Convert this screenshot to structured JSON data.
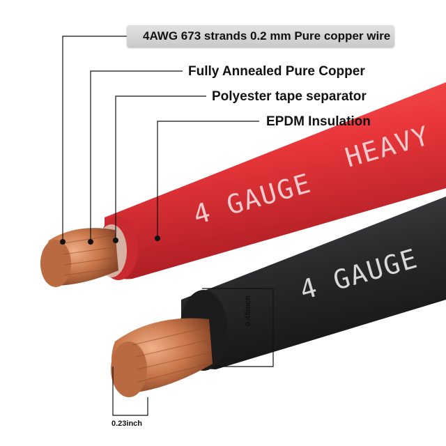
{
  "callouts": {
    "strands": "4AWG 673 strands 0.2 mm Pure copper wire",
    "annealed": "Fully Annealed Pure Copper",
    "tape": "Polyester tape separator",
    "insulation": "EPDM Insulation"
  },
  "red_cable": {
    "print_1": "4 GAUGE",
    "print_2": "HEAVY"
  },
  "black_cable": {
    "print": "4 GAUGE"
  },
  "dimensions": {
    "outer_diameter": "0.45inch",
    "conductor_diameter": "0.23inch"
  },
  "colors": {
    "red_jacket": "#e8363a",
    "black_jacket": "#2a2a2c",
    "copper": "#c8764a",
    "print": "#f2c9cc"
  }
}
